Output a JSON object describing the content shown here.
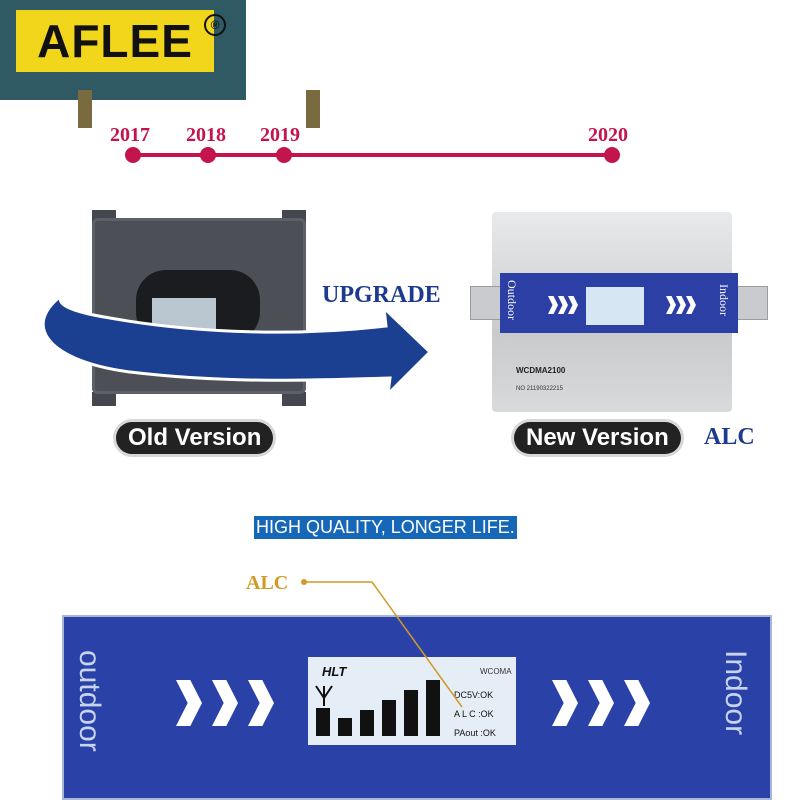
{
  "brand": {
    "name": "AFLEE",
    "registered": "®"
  },
  "timeline": {
    "years": [
      "2017",
      "2018",
      "2019",
      "2020"
    ]
  },
  "arrow_label": "UPGRADE",
  "old_device": {
    "caption": "Old Version"
  },
  "new_device": {
    "caption": "New Version",
    "feature": "ALC",
    "left_label": "Outdoor",
    "right_label": "Indoor",
    "model": "WCDMA2100",
    "serial": "NO 21190322215"
  },
  "tagline": "HIGH QUALITY, LONGER LIFE.",
  "detail": {
    "callout": "ALC",
    "left_label": "outdoor",
    "right_label": "Indoor",
    "lcd_brand": "HLT",
    "lcd_mode": "WCOMA",
    "status": [
      "DC5V:OK",
      "A L C :OK",
      "PAout :OK"
    ]
  },
  "colors": {
    "timeline": "#c4144e",
    "panel": "#2a42a8",
    "arrow": "#1b3f91",
    "callout": "#d29a23"
  }
}
